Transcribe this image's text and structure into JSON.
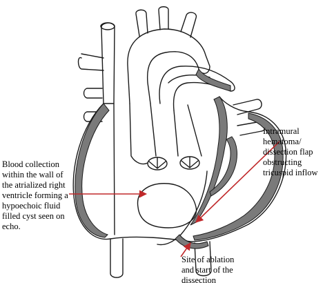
{
  "annotations": {
    "blood_collection": {
      "lines": [
        "Blood collection",
        "within the wall of",
        "the atrialized right",
        "ventricle forming a",
        "hypoechoic fluid",
        "filled cyst seen on",
        "echo."
      ]
    },
    "intramural_hematoma": {
      "lines": [
        "Intramural",
        "hematoma/",
        "dissection flap",
        "obstructing",
        "tricuspid inflow"
      ]
    },
    "ablation_site": {
      "lines": [
        "Site of ablation",
        "and start of the",
        "dissection"
      ]
    }
  },
  "colors": {
    "outline": "#1a1a1a",
    "wall_fill": "#7a7a7a",
    "arrow": "#c0282a",
    "background": "#ffffff"
  }
}
